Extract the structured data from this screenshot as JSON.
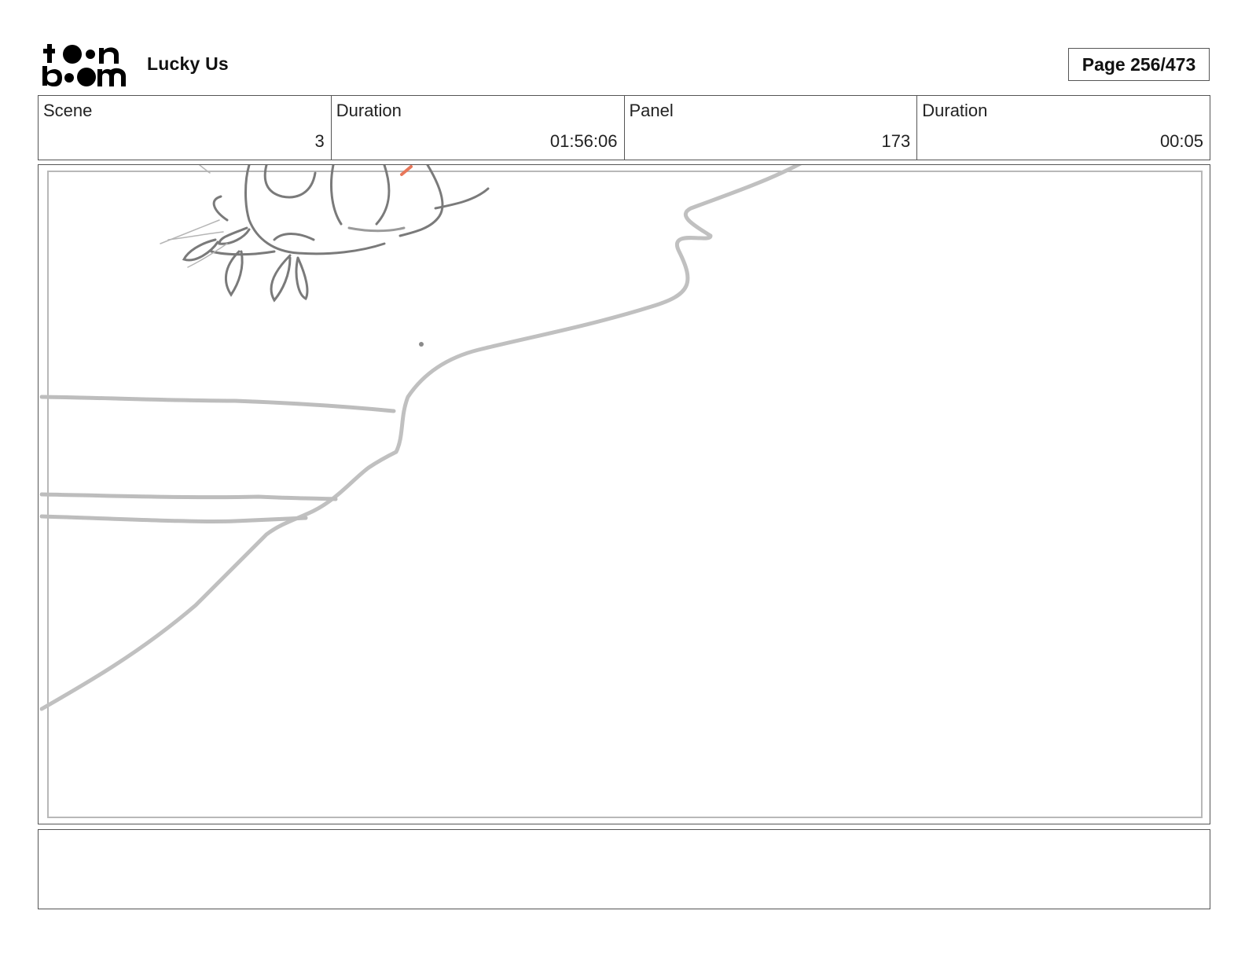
{
  "header": {
    "logo_text": "toon boom",
    "project_title": "Lucky Us",
    "page_label": "Page 256/473"
  },
  "info": {
    "scene_label": "Scene",
    "scene_value": "3",
    "scene_duration_label": "Duration",
    "scene_duration_value": "01:56:06",
    "panel_label": "Panel",
    "panel_value": "173",
    "panel_duration_label": "Duration",
    "panel_duration_value": "00:05"
  },
  "notes": {
    "text": ""
  },
  "colors": {
    "sketch_line": "#bdbdbd",
    "sketch_dark": "#7a7a7a",
    "accent_mark": "#e8775a",
    "border": "#555555"
  }
}
